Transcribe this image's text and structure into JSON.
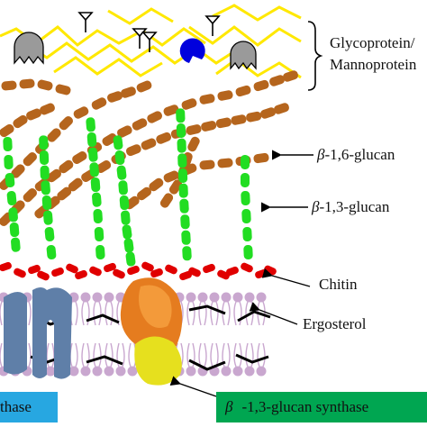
{
  "labels": {
    "glycoprotein": "Glycoprotein/",
    "mannoprotein": "Mannoprotein",
    "b16_prefix": "β",
    "b16_suffix": "-1,6-glucan",
    "b13_prefix": "β",
    "b13_suffix": "-1,3-glucan",
    "chitin": "Chitin",
    "ergosterol": "Ergosterol",
    "synthase_left": "thase",
    "glucan_synthase_prefix": "β",
    "glucan_synthase_suffix": "-1,3-glucan synthase"
  },
  "colors": {
    "b16_glucan": "#b5651d",
    "b13_glucan": "#22dd22",
    "chitin": "#e00000",
    "mannoprotein_chain": "#ffe800",
    "lipid_head": "#c9a7cf",
    "ergosterol": "#000000",
    "chitin_synthase": "#5f7fa8",
    "glucan_synthase_top": "#e57c1f",
    "glucan_synthase_bottom": "#e6e01e",
    "glycoprotein_grey": "#9a9a9a",
    "glycoprotein_blue": "#0000dd",
    "box_glucan_synthase": "#00a651",
    "box_chitin_synthase": "#27a7e1"
  },
  "icons": [
    "glycan-antenna-icon",
    "protein-pacman-icon",
    "arrow-left-icon"
  ]
}
